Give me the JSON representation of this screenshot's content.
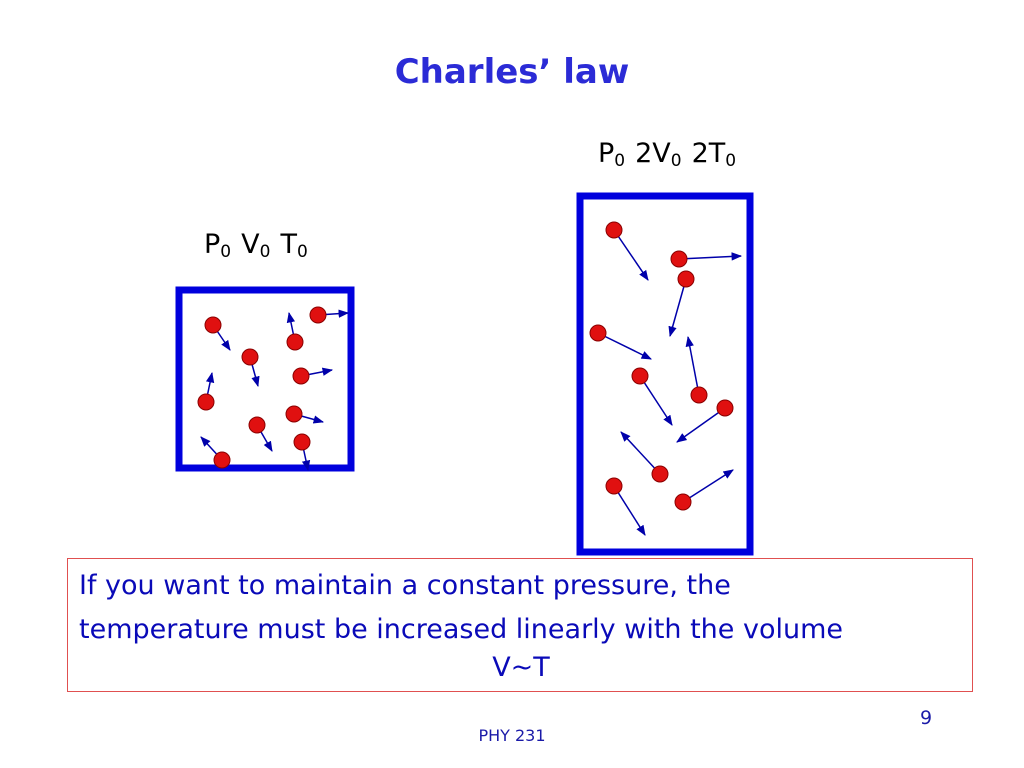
{
  "slide": {
    "title": "Charles’ law",
    "footer": "PHY 231",
    "page_number": "9"
  },
  "left_state": {
    "p": "P",
    "p_sub": "0",
    "v": "V",
    "v_sub": "0",
    "t": "T",
    "t_sub": "0"
  },
  "right_state": {
    "p": "P",
    "p_sub": "0",
    "v": "2V",
    "v_sub": "0",
    "t": "2T",
    "t_sub": "0"
  },
  "note": {
    "line1": "If you want to maintain a constant pressure, the",
    "line2": "temperature must be increased linearly with the volume",
    "line3": "V~T"
  },
  "colors": {
    "title": "#2b2bd6",
    "container": "#0000dd",
    "molecule": "#e01010",
    "arrow": "#0000aa",
    "note_border": "#e05050",
    "note_text": "#0a0ab8"
  }
}
